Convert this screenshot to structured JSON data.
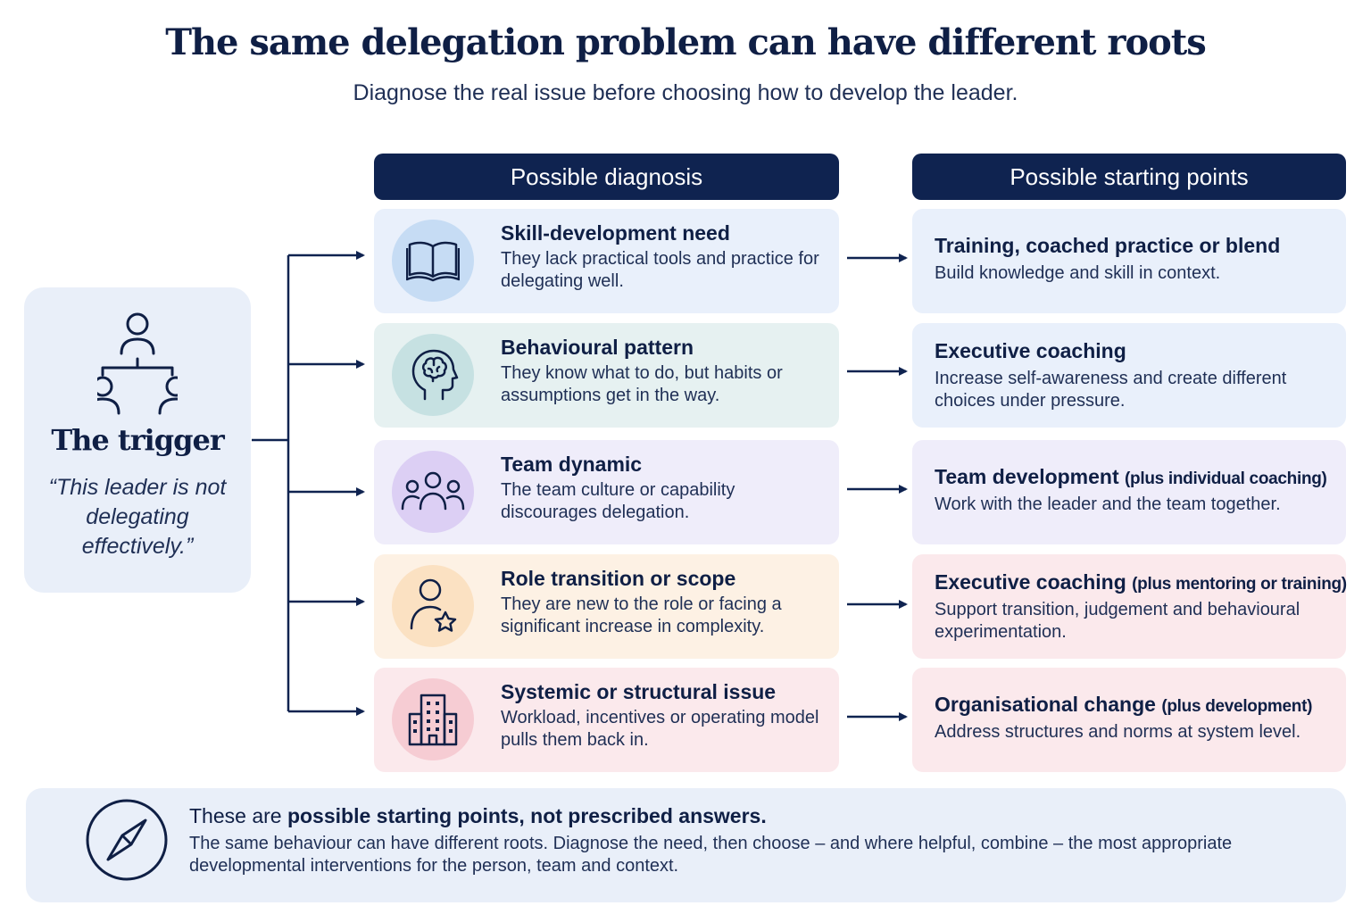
{
  "title": "The same delegation problem can have different roots",
  "subtitle": "Diagnose the real issue before choosing how to develop the leader.",
  "headers": {
    "diagnosis": "Possible diagnosis",
    "starting_points": "Possible starting points"
  },
  "trigger": {
    "title": "The trigger",
    "quote": "“This leader is not delegating effectively.”",
    "icon": "org-chart-icon"
  },
  "rows": [
    {
      "diagnosis_title": "Skill-development need",
      "diagnosis_desc": "They lack practical tools and practice for delegating well.",
      "icon": "book-icon",
      "color": "#c6dcf4",
      "start_title": "Training, coached practice or blend",
      "start_extra": "",
      "start_desc": "Build knowledge and skill in context."
    },
    {
      "diagnosis_title": "Behavioural pattern",
      "diagnosis_desc": "They know what to do, but habits or assumptions get in the way.",
      "icon": "head-brain-icon",
      "color": "#c6e1e2",
      "start_title": "Executive coaching",
      "start_extra": "",
      "start_desc": "Increase self-awareness and create different choices under pressure."
    },
    {
      "diagnosis_title": "Team dynamic",
      "diagnosis_desc": "The team culture or capability discourages delegation.",
      "icon": "team-icon",
      "color": "#dccff4",
      "start_title": "Team development",
      "start_extra": "(plus individual coaching)",
      "start_desc": "Work with the leader and the team together."
    },
    {
      "diagnosis_title": "Role transition or scope",
      "diagnosis_desc": "They are new to the role or facing a significant increase in complexity.",
      "icon": "person-star-icon",
      "color": "#fbe1c2",
      "start_title": "Executive coaching",
      "start_extra": "(plus mentoring or training)",
      "start_desc": "Support transition, judgement and behavioural experimentation."
    },
    {
      "diagnosis_title": "Systemic or structural issue",
      "diagnosis_desc": "Workload, incentives or operating model pulls them back in.",
      "icon": "building-icon",
      "color": "#f6ccd3",
      "start_title": "Organisational change",
      "start_extra": "(plus development)",
      "start_desc": "Address structures and norms at system level."
    }
  ],
  "note": {
    "lead": "These are",
    "emphasis": "possible starting points, not prescribed answers.",
    "body": "The same behaviour can have different roots. Diagnose the need, then choose – and where helpful, combine – the most appropriate developmental interventions for the person, team and context.",
    "icon": "compass-icon"
  },
  "colors": {
    "navy": "#0f2350",
    "text": "#14213d"
  }
}
